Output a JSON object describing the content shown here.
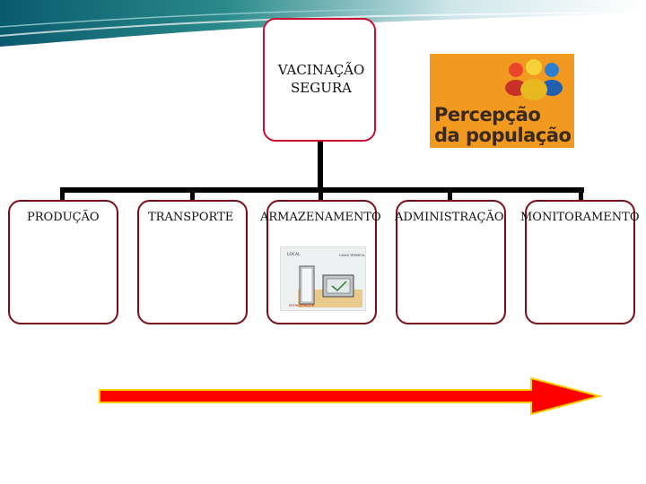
{
  "diagram": {
    "root": {
      "lines": [
        "VACINAÇÃO",
        "SEGURA"
      ]
    },
    "children": [
      {
        "label": "PRODUÇÃO"
      },
      {
        "label": "TRANSPORTE"
      },
      {
        "label": "ARMAZENAMENTO"
      },
      {
        "label": "ADMINISTRAÇÃO"
      },
      {
        "label": "MONITORAMENTO"
      }
    ]
  },
  "badge": {
    "lines": [
      "Percepção",
      "da população"
    ]
  },
  "storage_image": {
    "labels": [
      "LOCAL",
      "CAIXA TÉRMICA",
      "REFRIGERADOR"
    ]
  },
  "colors": {
    "node_border": "#7b0e1a",
    "root_border": "#c8102e",
    "connector": "#000000",
    "badge_bg": "#f29a1f",
    "arrow_fill": "#ff0000",
    "arrow_outline": "#ffcc00"
  }
}
